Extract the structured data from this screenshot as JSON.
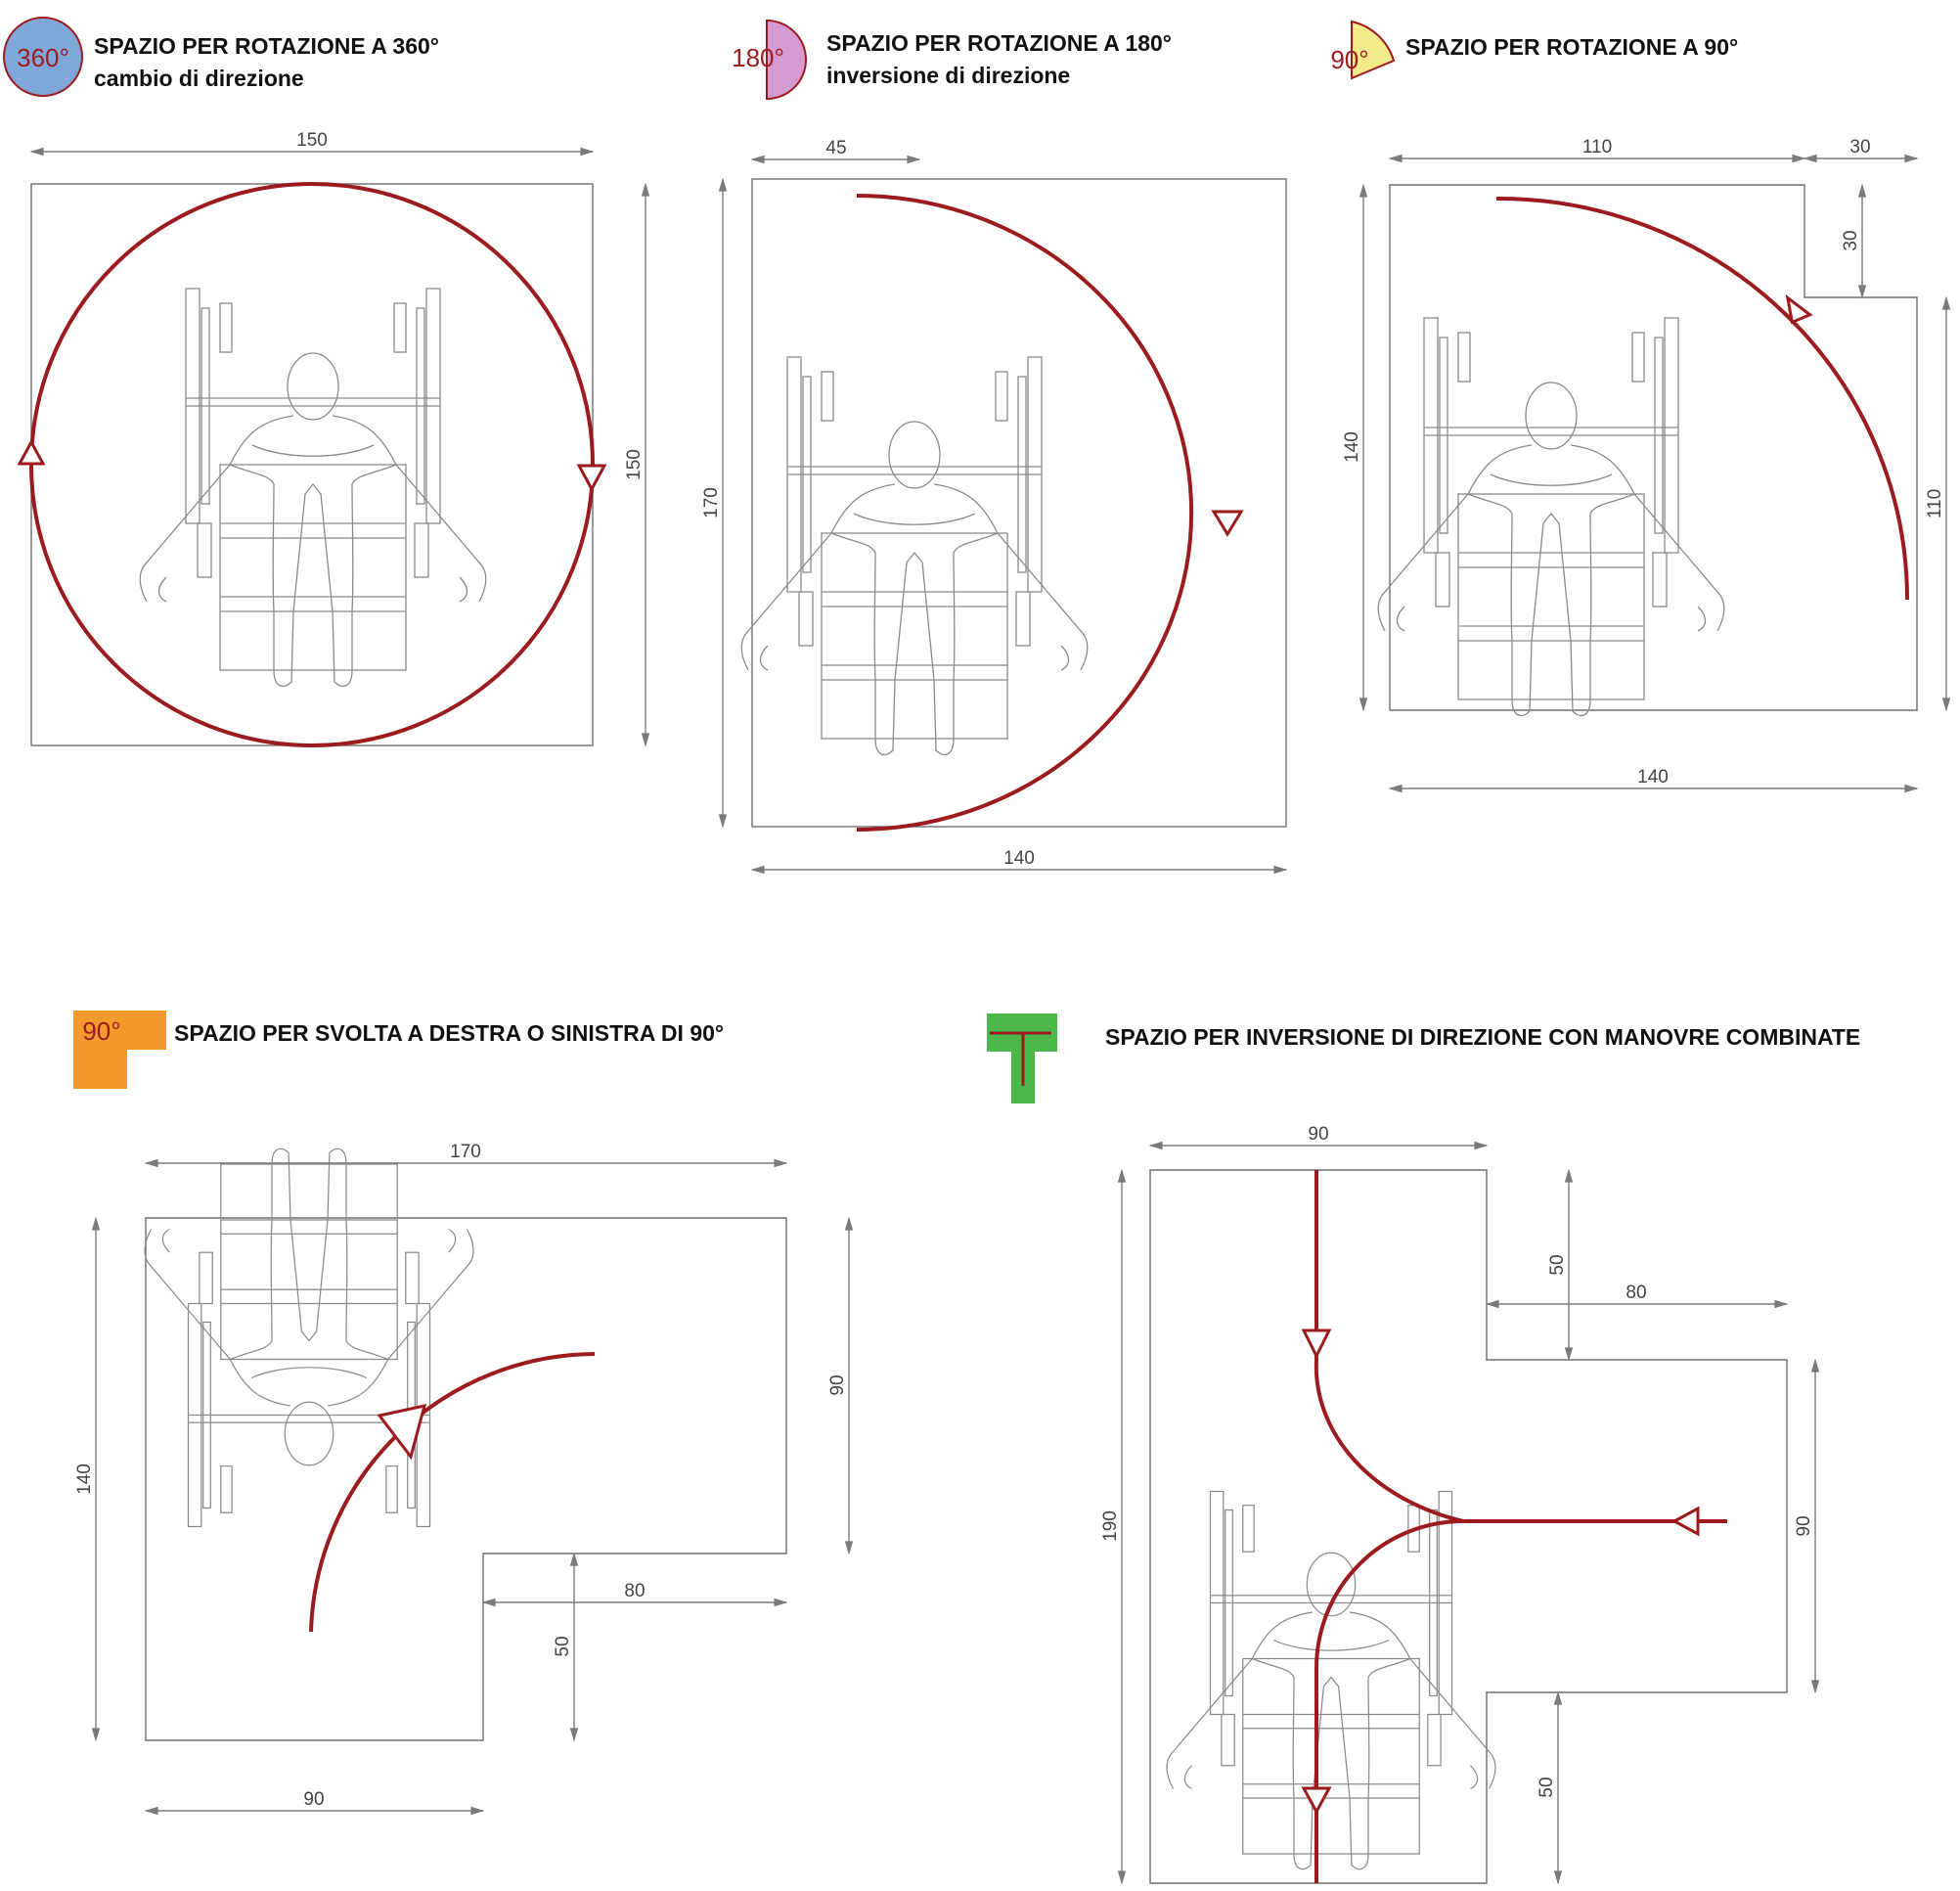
{
  "colors": {
    "path": "#9b1b1f",
    "outline": "#6e6e6e",
    "dimension": "#7a7a7a",
    "badge_360": "#7fa8d8",
    "badge_180": "#d59ad0",
    "badge_90": "#f3ea8b",
    "badge_turn": "#f29a2e",
    "badge_combined": "#4bb84b"
  },
  "panels": [
    {
      "title_line1": "SPAZIO PER ROTAZIONE A 360°",
      "title_line2": "cambio di direzione",
      "badge_label": "360°",
      "badge_icon": "rotation-360-icon",
      "dims": {
        "width_top": "150",
        "height_right": "150"
      }
    },
    {
      "title_line1": "SPAZIO PER ROTAZIONE A 180°",
      "title_line2": "inversione di direzione",
      "badge_label": "180°",
      "badge_icon": "rotation-180-icon",
      "dims": {
        "offset_top": "45",
        "height_left": "170",
        "width_bottom": "140"
      }
    },
    {
      "title_line1": "SPAZIO PER ROTAZIONE A 90°",
      "badge_label": "90°",
      "badge_icon": "rotation-90-icon",
      "dims": {
        "width_top": "110",
        "corner_width": "30",
        "corner_height": "30",
        "height_left": "140",
        "height_right": "110",
        "width_bottom": "140"
      }
    },
    {
      "title_line1": "SPAZIO PER SVOLTA A DESTRA O SINISTRA DI 90°",
      "badge_label": "90°",
      "badge_icon": "turn-90-icon",
      "dims": {
        "width_top": "170",
        "height_right": "90",
        "height_left": "140",
        "step_width": "80",
        "step_height": "50",
        "width_bottom": "90"
      }
    },
    {
      "title_line1": "SPAZIO PER INVERSIONE DI DIREZIONE CON MANOVRE COMBINATE",
      "badge_icon": "combined-maneuver-icon",
      "dims": {
        "width_top": "90",
        "arm_height_top": "50",
        "arm_width": "80",
        "height_left": "190",
        "arm_height": "90",
        "arm_height_bottom": "50"
      }
    }
  ]
}
